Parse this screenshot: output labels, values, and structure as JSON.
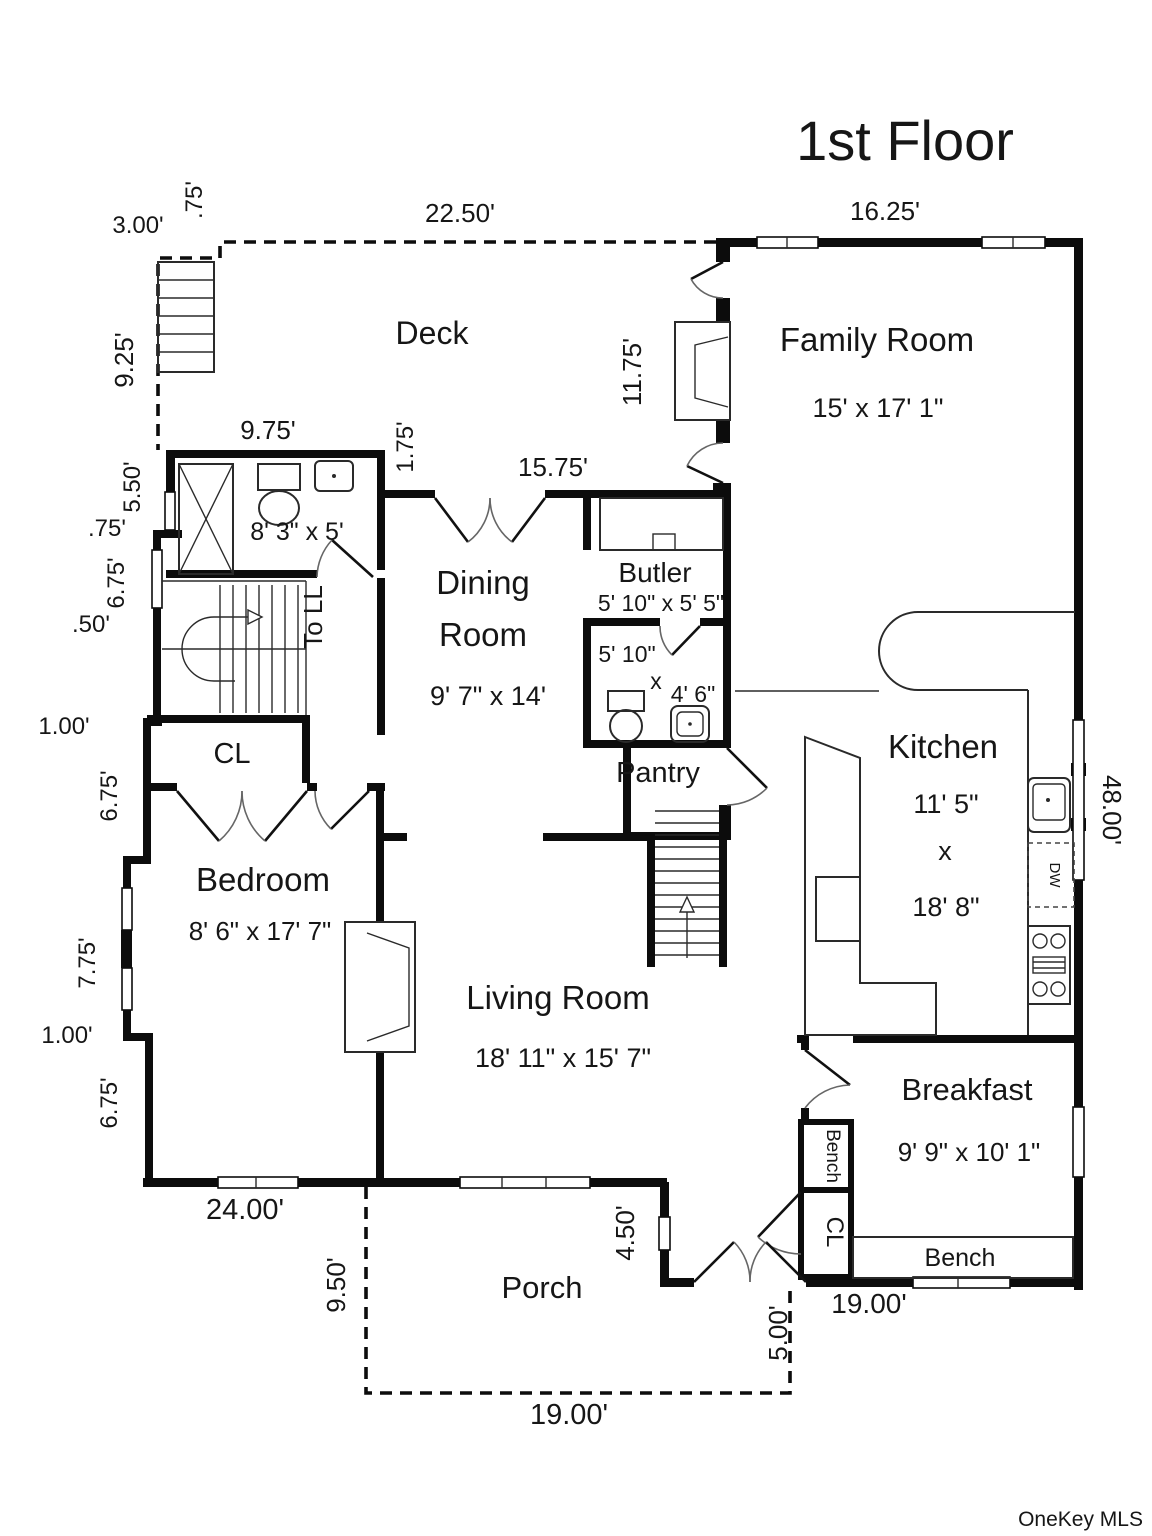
{
  "fp": {
    "title": "1st Floor",
    "watermark": "OneKey MLS",
    "rooms": {
      "deck": {
        "label": "Deck"
      },
      "family": {
        "label": "Family Room",
        "size": "15' x 17' 1\""
      },
      "dining": {
        "line1": "Dining",
        "line2": "Room",
        "size": "9' 7\" x 14'"
      },
      "butler": {
        "label": "Butler",
        "size": "5' 10\" x 5' 5\""
      },
      "powder": {
        "w": "5' 10\"",
        "x": "x",
        "d": "4' 6\""
      },
      "pantry": {
        "label": "Pantry"
      },
      "bath": {
        "size": "8' 3\" x 5'"
      },
      "kitchen": {
        "label": "Kitchen",
        "w": "11' 5\"",
        "x": "x",
        "d": "18' 8\""
      },
      "bedroom": {
        "label": "Bedroom",
        "size": "8' 6\" x 17' 7\""
      },
      "living": {
        "label": "Living Room",
        "size": "18' 11\" x 15' 7\""
      },
      "breakfast": {
        "label": "Breakfast",
        "size": "9' 9\" x 10' 1\""
      },
      "porch": {
        "label": "Porch"
      }
    },
    "features": {
      "to_ll": "To LL",
      "cl_stairs": "CL",
      "cl_entry": "CL",
      "bench_side": "Bench",
      "bench_bottom": "Bench",
      "dw": "DW"
    },
    "dims": {
      "deck_step_w": "3.00'",
      "deck_step_h": ".75'",
      "deck_top": "22.50'",
      "family_top": "16.25'",
      "deck_left": "9.25'",
      "bath_top": "9.75'",
      "deck_gap": "1.75'",
      "dining_top": "15.75'",
      "family_wall": "11.75'",
      "bath_left": "5.50'",
      "step_a": ".75'",
      "stair_left": "6.75'",
      "step_b": ".50'",
      "hall_left": "6.75'",
      "step_c": "1.00'",
      "bay_left": "7.75'",
      "step_d": "1.00'",
      "bed_left": "6.75'",
      "right_side": "48.00'",
      "bottom_left": "24.00'",
      "porch_left": "9.50'",
      "entry_side": "4.50'",
      "porch_right": "5.00'",
      "porch_bottom": "19.00'",
      "breakfast_bottom": "19.00'"
    }
  }
}
